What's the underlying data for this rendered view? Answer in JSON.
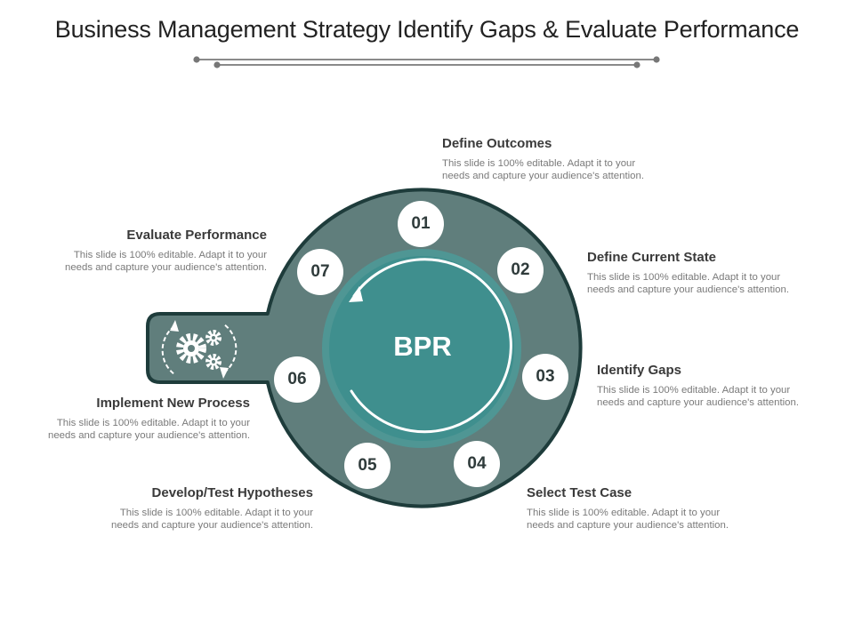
{
  "title": "Business Management Strategy Identify Gaps & Evaluate Performance",
  "center": {
    "label": "BPR"
  },
  "colors": {
    "ring": "#607e7c",
    "ring_border": "#1e3c3b",
    "hub": "#3f8f8e",
    "hub_halo": "#4f9694",
    "text_dark": "#3a3a3a",
    "text_muted": "#7a7a7a"
  },
  "icon": {
    "name": "gears-cycle-icon"
  },
  "steps": [
    {
      "num": "01",
      "title": "Define Outcomes",
      "desc_line1": "This slide is 100% editable. Adapt it to your",
      "desc_line2": "needs and capture your audience's attention."
    },
    {
      "num": "02",
      "title": "Define Current State",
      "desc_line1": "This slide is 100% editable. Adapt it to your",
      "desc_line2": "needs and capture your audience's attention."
    },
    {
      "num": "03",
      "title": "Identify Gaps",
      "desc_line1": "This slide is 100% editable. Adapt it to your",
      "desc_line2": "needs and capture your audience's attention."
    },
    {
      "num": "04",
      "title": "Select Test Case",
      "desc_line1": "This slide is 100% editable. Adapt it to your",
      "desc_line2": "needs and capture your audience's attention."
    },
    {
      "num": "05",
      "title": "Develop/Test Hypotheses",
      "desc_line1": "This slide is 100% editable. Adapt it to your",
      "desc_line2": "needs and capture your audience's attention."
    },
    {
      "num": "06",
      "title": "Implement New Process",
      "desc_line1": "This slide is 100% editable. Adapt it to your",
      "desc_line2": "needs and capture your audience's attention."
    },
    {
      "num": "07",
      "title": "Evaluate Performance",
      "desc_line1": "This slide is 100% editable. Adapt it to your",
      "desc_line2": "needs and capture your audience's attention."
    }
  ]
}
